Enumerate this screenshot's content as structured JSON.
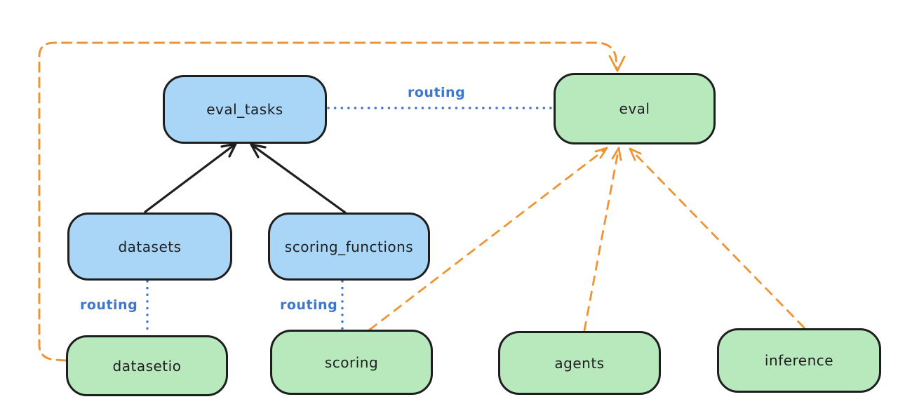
{
  "colors": {
    "blue_node_fill": "#a9d5f6",
    "green_node_fill": "#b7e9bd",
    "node_stroke": "#1e1e1e",
    "routing_blue": "#3e76cd",
    "orange": "#ef9434",
    "black_arrow": "#1e1e1e",
    "background": "#ffffff"
  },
  "nodes": [
    {
      "id": "eval_tasks",
      "label": "eval_tasks",
      "fill": "blue"
    },
    {
      "id": "eval",
      "label": "eval",
      "fill": "green"
    },
    {
      "id": "datasets",
      "label": "datasets",
      "fill": "blue"
    },
    {
      "id": "scoring_functions",
      "label": "scoring_functions",
      "fill": "blue"
    },
    {
      "id": "datasetio",
      "label": "datasetio",
      "fill": "green"
    },
    {
      "id": "scoring",
      "label": "scoring",
      "fill": "green"
    },
    {
      "id": "agents",
      "label": "agents",
      "fill": "green"
    },
    {
      "id": "inference",
      "label": "inference",
      "fill": "green"
    }
  ],
  "edges": [
    {
      "from": "eval_tasks",
      "to": "eval",
      "style": "dotted-blue",
      "label": "routing"
    },
    {
      "from": "datasets",
      "to": "datasetio",
      "style": "dotted-blue",
      "label": "routing"
    },
    {
      "from": "scoring_functions",
      "to": "scoring",
      "style": "dotted-blue",
      "label": "routing"
    },
    {
      "from": "datasets",
      "to": "eval_tasks",
      "style": "solid-black-arrow",
      "label": ""
    },
    {
      "from": "scoring_functions",
      "to": "eval_tasks",
      "style": "solid-black-arrow",
      "label": ""
    },
    {
      "from": "scoring",
      "to": "eval",
      "style": "dashed-orange-arrow",
      "label": ""
    },
    {
      "from": "agents",
      "to": "eval",
      "style": "dashed-orange-arrow",
      "label": ""
    },
    {
      "from": "inference",
      "to": "eval",
      "style": "dashed-orange-arrow",
      "label": ""
    },
    {
      "from": "datasetio",
      "to": "eval",
      "style": "dashed-orange-arrow-loop",
      "label": ""
    }
  ]
}
